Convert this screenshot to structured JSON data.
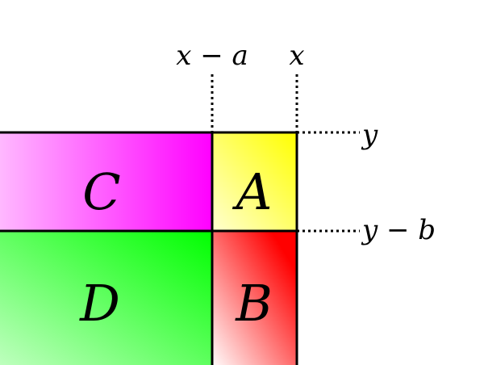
{
  "labels": {
    "x_minus_a": "x − a",
    "x": "x",
    "y": "y",
    "y_minus_b": "y − b"
  },
  "regions": {
    "A": {
      "label": "A",
      "color": "#ffff00"
    },
    "B": {
      "label": "B",
      "color": "#ff0000"
    },
    "C": {
      "label": "C",
      "color": "#ff00ff"
    },
    "D": {
      "label": "D",
      "color": "#00ff00"
    }
  }
}
